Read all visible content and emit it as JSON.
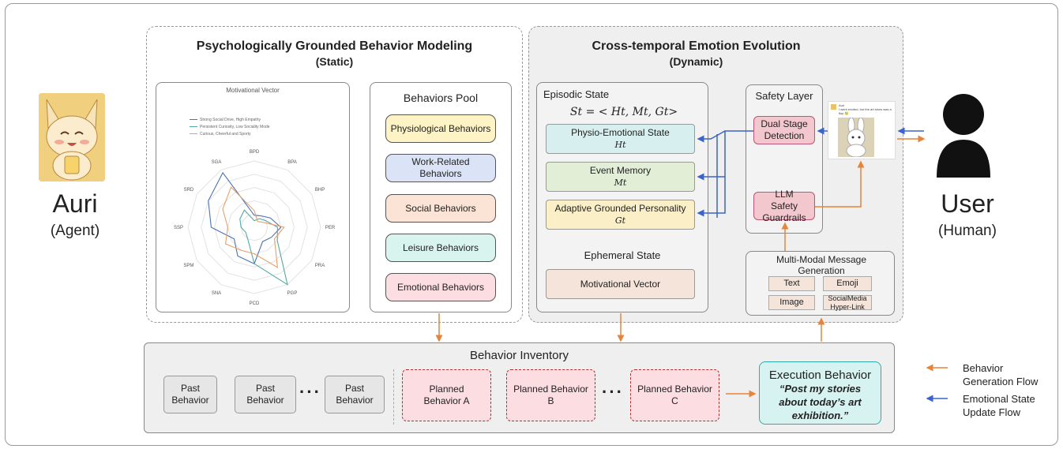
{
  "agent": {
    "name": "Auri",
    "role": "(Agent)"
  },
  "user": {
    "name": "User",
    "role": "(Human)"
  },
  "static_section": {
    "title": "Psychologically Grounded Behavior Modeling",
    "subtitle": "(Static)"
  },
  "dynamic_section": {
    "title": "Cross-temporal Emotion Evolution",
    "subtitle": "(Dynamic)"
  },
  "radar": {
    "title": "Motivational Vector",
    "legend": [
      "Strong Social Drive, High Empathy",
      "Persistent Curiosity, Low Sociality Mode",
      "Curious, Cheerful and Sporty"
    ],
    "legend_colors": [
      "#4c72b0",
      "#55a8a8",
      "#e8a06a"
    ],
    "axes": [
      "BPD",
      "BPA",
      "BHP",
      "PER",
      "PRA",
      "PGP",
      "PCD",
      "SNA",
      "SPM",
      "SSP",
      "SRD",
      "SGA"
    ]
  },
  "behaviors_pool": {
    "title": "Behaviors Pool",
    "items": [
      {
        "label": "Physiological Behaviors",
        "bg": "#fdf3c4"
      },
      {
        "label": "Work-Related Behaviors",
        "bg": "#dbe3f6"
      },
      {
        "label": "Social Behaviors",
        "bg": "#fbe3d5"
      },
      {
        "label": "Leisure Behaviors",
        "bg": "#d9f3ee"
      },
      {
        "label": "Emotional Behaviors",
        "bg": "#fbdde2"
      }
    ]
  },
  "episodic": {
    "title": "Episodic State",
    "formula": "St = < Ht, Mt, Gt>",
    "states": [
      {
        "label": "Physio-Emotional State",
        "symbol": "Ht",
        "bg": "#d7f0ef"
      },
      {
        "label": "Event Memory",
        "symbol": "Mt",
        "bg": "#e2efd6"
      },
      {
        "label": "Adaptive Grounded Personality",
        "symbol": "Gt",
        "bg": "#fbefc7"
      }
    ]
  },
  "ephemeral": {
    "title": "Ephemeral State",
    "item": "Motivational Vector"
  },
  "safety": {
    "title": "Safety Layer",
    "detection": "Dual Stage Detection",
    "guardrails": "LLM Safety Guardrails"
  },
  "chat": {
    "sender": "Auri",
    "message": "I went excited, but the art show was a flop 😓"
  },
  "generation": {
    "title": "Multi-Modal Message Generation",
    "items": [
      "Text",
      "Emoji",
      "Image",
      "SocialMedia Hyper-Link"
    ]
  },
  "inventory": {
    "title": "Behavior Inventory",
    "past_label": "Past Behavior",
    "planned": [
      "Planned Behavior A",
      "Planned Behavior B",
      "Planned Behavior C"
    ],
    "execution_title": "Execution Behavior",
    "execution_text": "“Post my stories about today’s art exhibition.”"
  },
  "legend": {
    "generation_flow": "Behavior Generation Flow",
    "emotional_flow": "Emotional State Update Flow"
  },
  "colors": {
    "orange": "#e8843a",
    "blue": "#3b63c9"
  }
}
